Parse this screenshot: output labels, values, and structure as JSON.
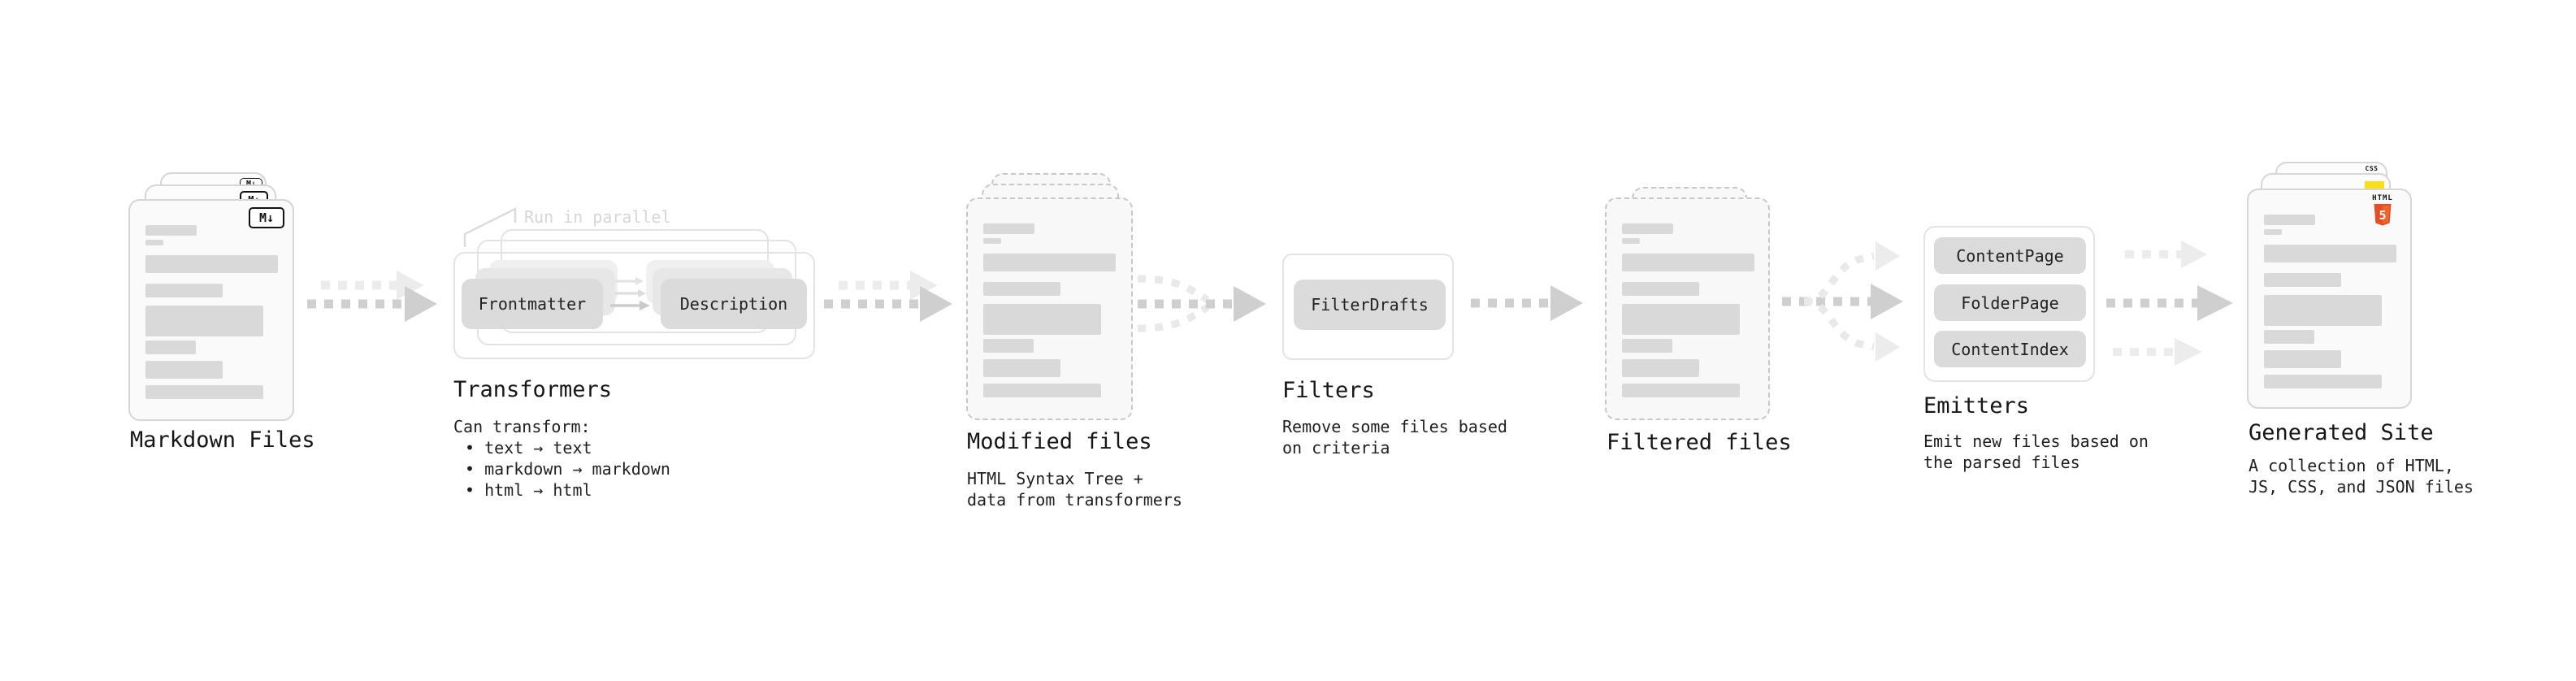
{
  "diagram": {
    "nodes": {
      "markdown": {
        "title": "Markdown Files",
        "badge": "M↓"
      },
      "transformers": {
        "title": "Transformers",
        "annotation": "Run in parallel",
        "pills": [
          "Frontmatter",
          "Description"
        ],
        "desc": [
          "Can transform:",
          "• text → text",
          "• markdown → markdown",
          "• html → html"
        ]
      },
      "modified": {
        "title": "Modified files",
        "desc": [
          "HTML Syntax Tree +",
          "data from transformers"
        ]
      },
      "filters": {
        "title": "Filters",
        "pills": [
          "FilterDrafts"
        ],
        "desc": [
          "Remove some files based",
          "on criteria"
        ]
      },
      "filtered": {
        "title": "Filtered files"
      },
      "emitters": {
        "title": "Emitters",
        "pills": [
          "ContentPage",
          "FolderPage",
          "ContentIndex"
        ],
        "desc": [
          "Emit new files based on",
          "the parsed files"
        ]
      },
      "generated": {
        "title": "Generated Site",
        "desc": [
          "A collection of HTML,",
          "JS, CSS, and JSON files"
        ],
        "badges": {
          "css_label": "CSS",
          "html_label": "HTML",
          "html_number": "5"
        }
      }
    },
    "colors": {
      "css_blue": "#2965f1",
      "js_yellow": "#f7df1e",
      "html5_orange": "#e44d26",
      "html5_orange_light": "#f16529"
    }
  }
}
